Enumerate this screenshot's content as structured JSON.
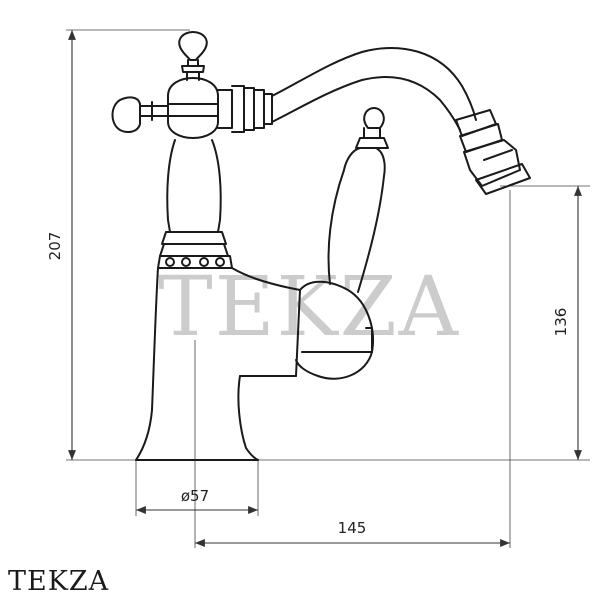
{
  "drawing": {
    "watermark": "TEKZA",
    "brand": "TEKZA",
    "dimensions": {
      "total_height": "207",
      "spout_height": "136",
      "base_diameter": "ø57",
      "spout_reach": "145"
    }
  },
  "colors": {
    "outline": "#1a1a1a",
    "dimension": "#333333",
    "watermark": "#bcbcbc"
  }
}
